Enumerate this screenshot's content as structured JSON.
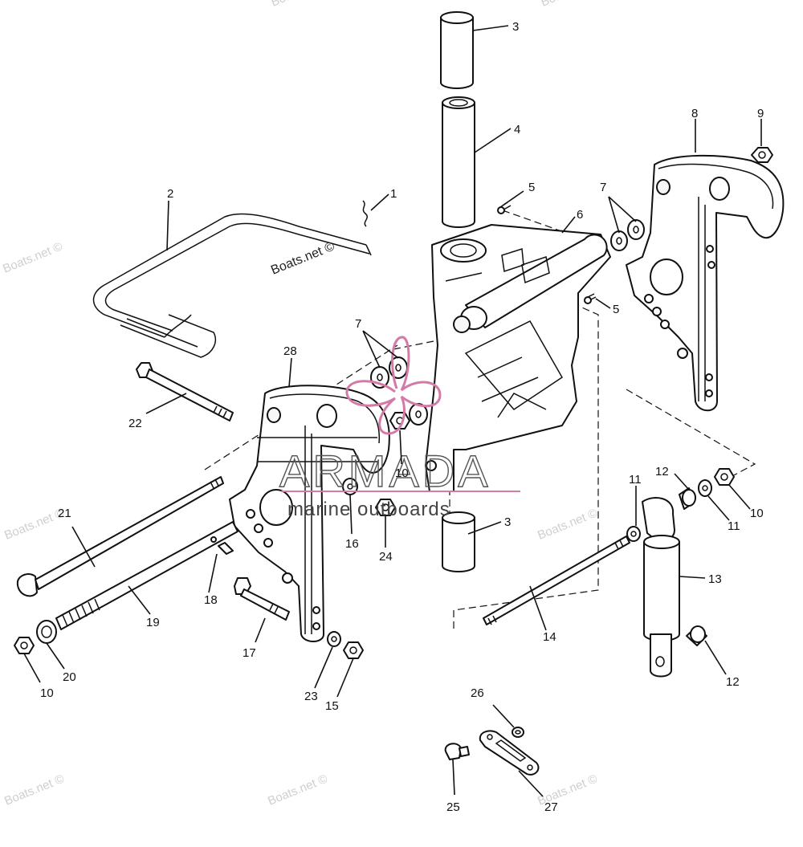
{
  "watermarks": {
    "boats_net": "Boats.net ©",
    "brand_title": "ARMADA",
    "brand_subtitle": "marine outboards",
    "brand_accent_color": "#d47aa8"
  },
  "callouts": {
    "c1": "1",
    "c2": "2",
    "c3a": "3",
    "c3b": "3",
    "c4": "4",
    "c5a": "5",
    "c5b": "5",
    "c6": "6",
    "c7a": "7",
    "c7b": "7",
    "c8": "8",
    "c9": "9",
    "c10a": "10",
    "c10b": "10",
    "c10c": "10",
    "c11a": "11",
    "c11b": "11",
    "c12a": "12",
    "c12b": "12",
    "c13": "13",
    "c14": "14",
    "c15": "15",
    "c16": "16",
    "c17": "17",
    "c18": "18",
    "c19": "19",
    "c20": "20",
    "c21": "21",
    "c22": "22",
    "c23": "23",
    "c24": "24",
    "c25": "25",
    "c26": "26",
    "c27": "27",
    "c28": "28"
  }
}
